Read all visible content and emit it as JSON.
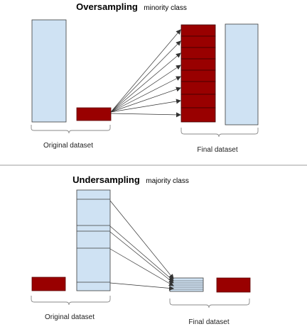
{
  "oversampling": {
    "title_bold": "Oversampling",
    "title_rest": "minority class",
    "left_label": "Original dataset",
    "right_label": "Final dataset"
  },
  "undersampling": {
    "title_bold": "Undersampling",
    "title_rest": "majority class",
    "left_label": "Original dataset",
    "right_label": "Final dataset"
  },
  "colors": {
    "majority_fill": "#cfe2f3",
    "majority_stroke": "#3c3c3c",
    "minority_fill": "#990000",
    "minority_stroke": "#5c0000",
    "arrow": "#333333",
    "divider": "#9e9e9e",
    "brace": "#888888"
  }
}
